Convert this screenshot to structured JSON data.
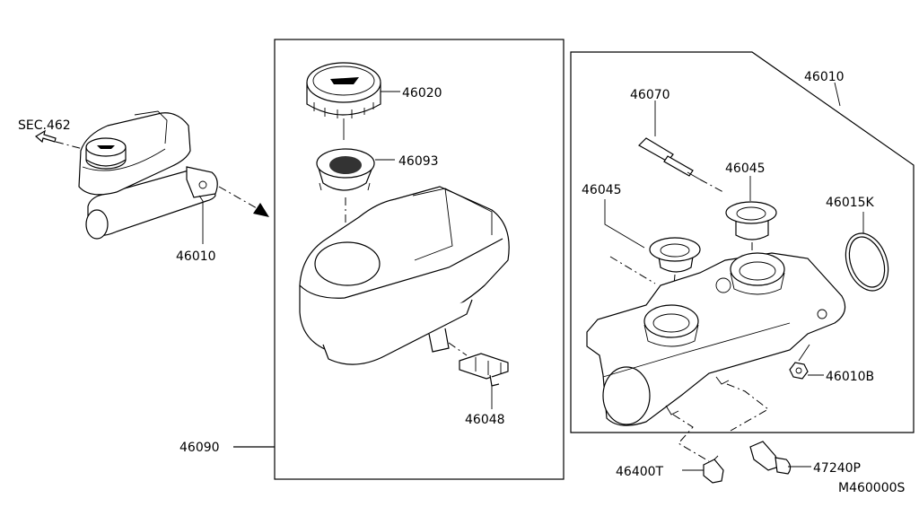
{
  "diagram_id": "M460000S",
  "labels": {
    "sec": "SEC.462",
    "left_assembly": "46010",
    "reservoir_cap": "46020",
    "strainer": "46093",
    "reservoir_clip": "46048",
    "reservoir_box": "46090",
    "cylinder_box": "46010",
    "piston_kit": "46070",
    "grommet_upper": "46045",
    "grommet_lower": "46045",
    "o_ring": "46015K",
    "nut": "46010B",
    "switch_a": "46400T",
    "switch_b": "47240P"
  }
}
